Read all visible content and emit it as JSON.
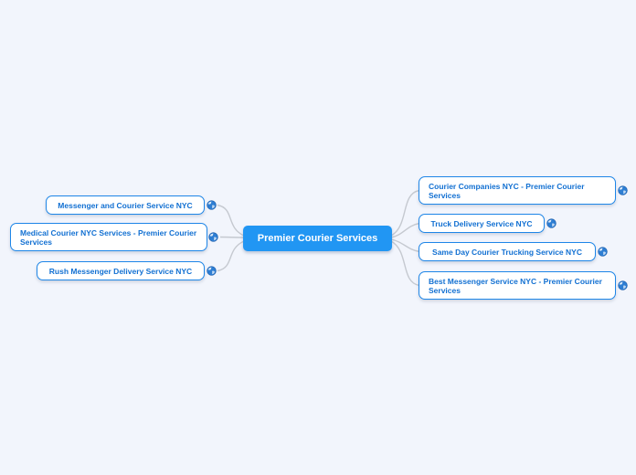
{
  "root": {
    "label": "Premier Courier Services"
  },
  "left_nodes": [
    {
      "label": "Messenger and Courier Service NYC"
    },
    {
      "label": "Medical Courier NYC Services - Premier Courier Services"
    },
    {
      "label": "Rush Messenger Delivery Service NYC"
    }
  ],
  "right_nodes": [
    {
      "label": "Courier Companies NYC - Premier Courier Services"
    },
    {
      "label": "Truck Delivery Service NYC"
    },
    {
      "label": "Same Day Courier Trucking Service NYC"
    },
    {
      "label": "Best Messenger Service NYC - Premier Courier Services"
    }
  ],
  "icons": {
    "branch_link_icon": "globe-icon"
  },
  "colors": {
    "background": "#f2f5fc",
    "root_fill": "#2196f3",
    "root_text": "#ffffff",
    "branch_border": "#1e86e8",
    "branch_text": "#1270d2",
    "connector": "#c5c9d0",
    "globe_fill": "#2e7ed3"
  }
}
